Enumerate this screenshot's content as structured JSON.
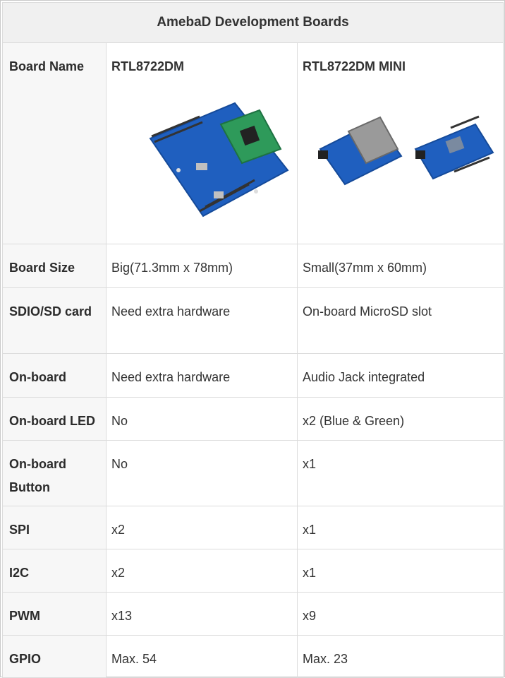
{
  "table": {
    "caption": "AmebaD Development Boards",
    "columns": [
      "RTL8722DM",
      "RTL8722DM MINI"
    ],
    "rows": [
      {
        "label": "Board Name",
        "values": [
          "RTL8722DM",
          "RTL8722DM MINI"
        ]
      },
      {
        "label": "Board Size",
        "values": [
          "Big(71.3mm x 78mm)",
          "Small(37mm x 60mm)"
        ]
      },
      {
        "label": "SDIO/SD card",
        "values": [
          "Need extra hardware",
          "On-board MicroSD slot"
        ]
      },
      {
        "label": "On-board",
        "values": [
          "Need extra hardware",
          "Audio Jack integrated"
        ]
      },
      {
        "label": "On-board LED",
        "values": [
          "No",
          "x2 (Blue & Green)"
        ]
      },
      {
        "label": "On-board Button",
        "values": [
          "No",
          "x1"
        ]
      },
      {
        "label": "SPI",
        "values": [
          "x2",
          "x1"
        ]
      },
      {
        "label": "I2C",
        "values": [
          "x2",
          "x1"
        ]
      },
      {
        "label": "PWM",
        "values": [
          "x13",
          "x9"
        ]
      },
      {
        "label": "GPIO",
        "values": [
          "Max. 54",
          "Max. 23"
        ]
      }
    ]
  },
  "colors": {
    "board_blue": "#1f5fbf",
    "module_green": "#2e9a5a",
    "header_gray": "#f0f0f0"
  }
}
